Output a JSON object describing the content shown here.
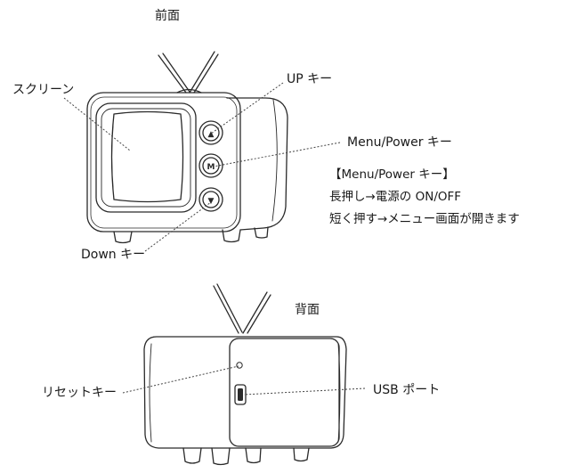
{
  "front": {
    "heading": "前面",
    "labels": {
      "screen": "スクリーン",
      "up": "UP キー",
      "menu": "Menu/Power キー",
      "down": "Down キー"
    },
    "buttons": {
      "up": "▲",
      "menu": "M",
      "down": "▼"
    },
    "note": {
      "title": "【Menu/Power キー】",
      "line1": "長押し→電源の ON/OFF",
      "line2": "短く押す→メニュー画面が開きます"
    }
  },
  "back": {
    "heading": "背面",
    "labels": {
      "reset": "リセットキー",
      "usb": "USB ポート"
    }
  }
}
